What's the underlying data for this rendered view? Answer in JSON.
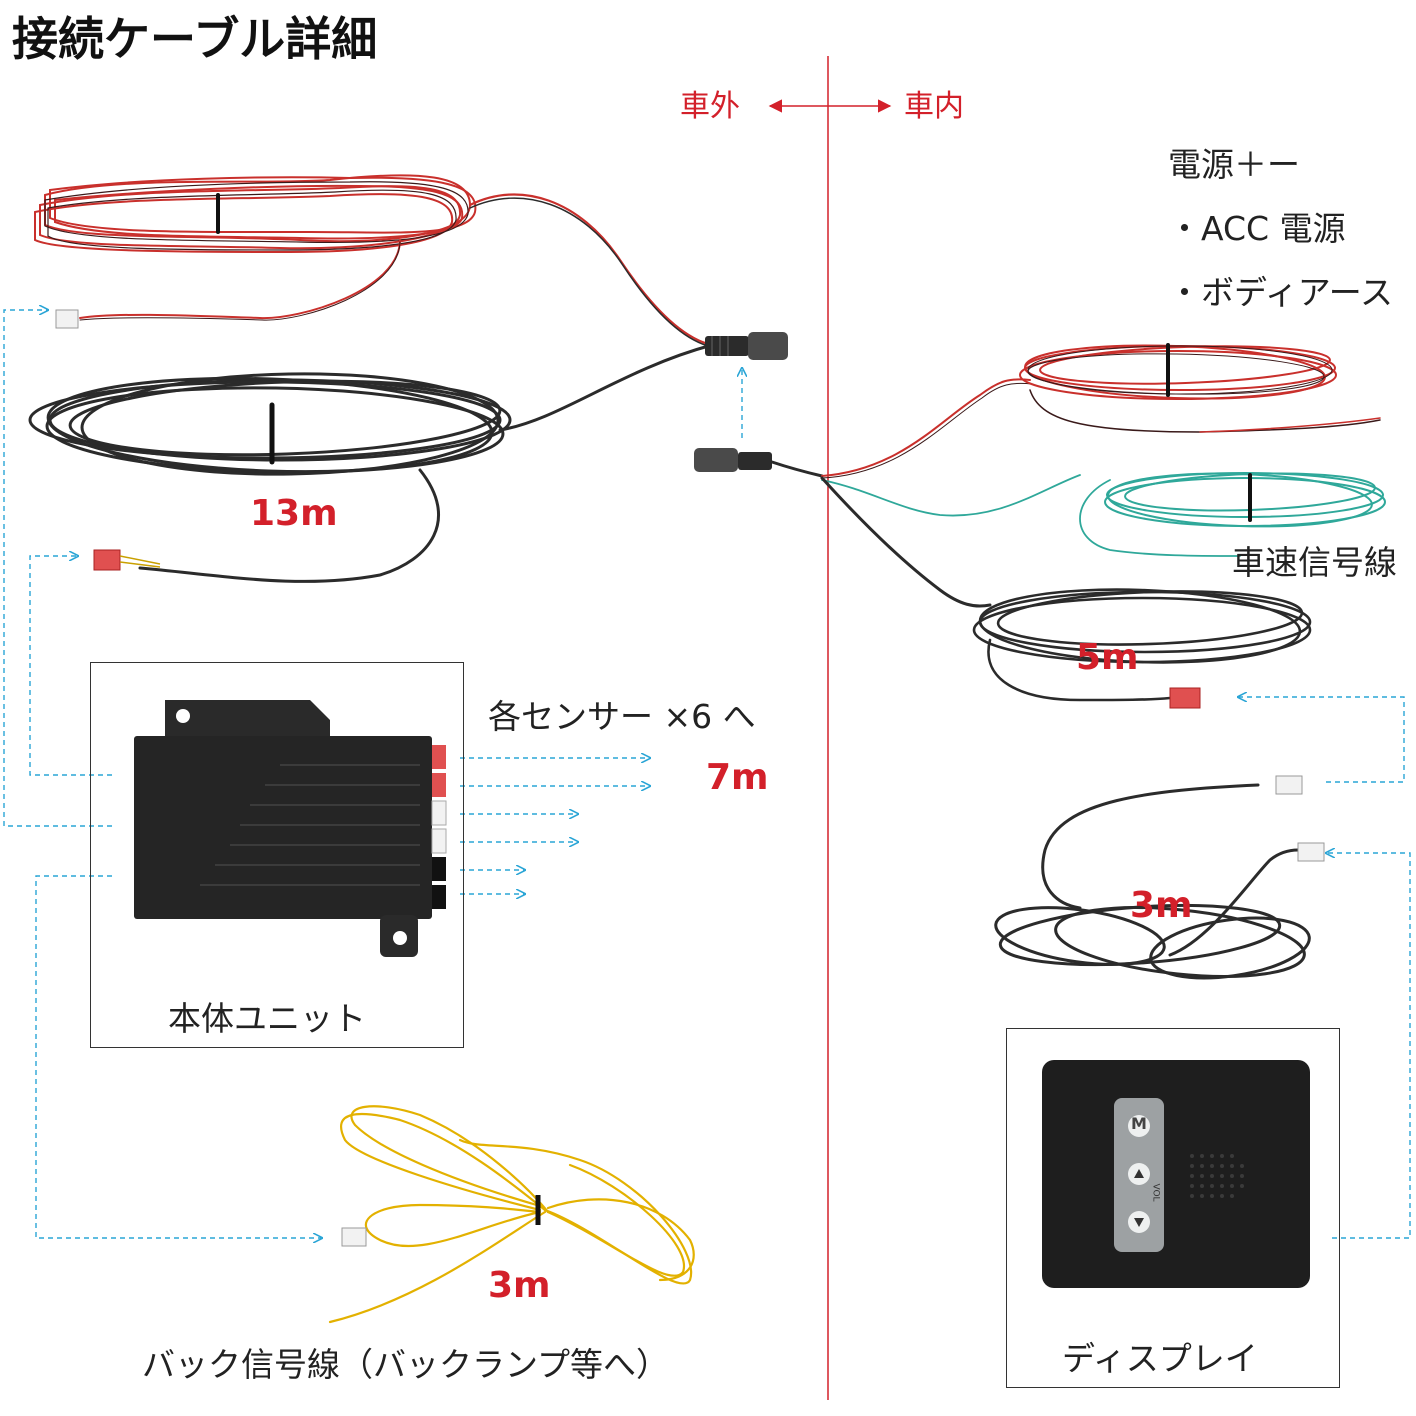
{
  "title": "接続ケーブル詳細",
  "direction": {
    "outside": "車外",
    "inside": "車内"
  },
  "power_labels": [
    "電源＋ー",
    "・ACC 電源",
    "・ボディアース"
  ],
  "labels": {
    "main_cable_length": "13m",
    "sensor_label": "各センサー ×6 へ",
    "sensor_length": "7m",
    "main_unit": "本体ユニット",
    "back_signal_length": "3m",
    "back_signal": "バック信号線（バックランプ等へ）",
    "vehicle_speed": "車速信号線",
    "display_cable_a_length": "5m",
    "display_cable_b_length": "3m",
    "display": "ディスプレイ"
  },
  "display_buttons": [
    "M",
    "VOL"
  ],
  "colors": {
    "accent_red": "#d3202a",
    "arrow_blue": "#2aa5d6",
    "cable_black": "#2b2b2b",
    "cable_red": "#c9302c",
    "cable_teal": "#2fa89a",
    "cable_yellow": "#e3b100",
    "device_black": "#1e1e1e"
  }
}
